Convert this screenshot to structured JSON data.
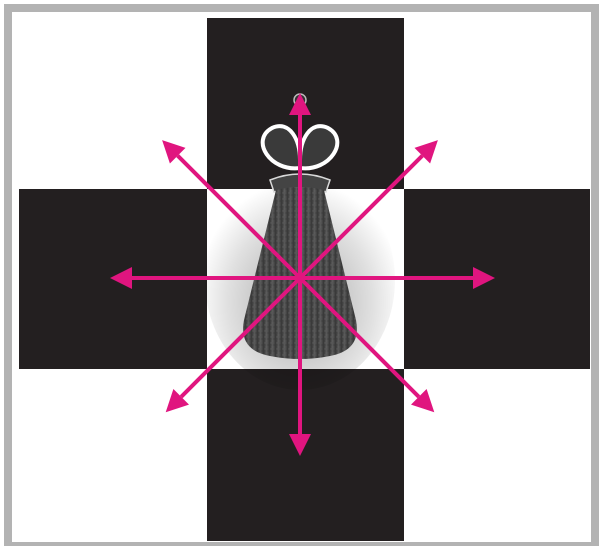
{
  "board": {
    "rows": [
      [
        "light",
        "dark",
        "light"
      ],
      [
        "dark",
        "light",
        "dark"
      ],
      [
        "light",
        "dark",
        "light"
      ]
    ],
    "colors": {
      "dark": "#231f20",
      "light": "#ffffff",
      "frame": "#b3b3b3"
    }
  },
  "piece": {
    "name": "king",
    "side": "black",
    "icon": "king-piece-icon",
    "body_color": "#4a4a4a",
    "crown_outline_color": "#ffffff"
  },
  "moves": {
    "arrow_color": "#e0157f",
    "directions": [
      "north",
      "north-east",
      "east",
      "south-east",
      "south",
      "south-west",
      "west",
      "north-west"
    ]
  }
}
